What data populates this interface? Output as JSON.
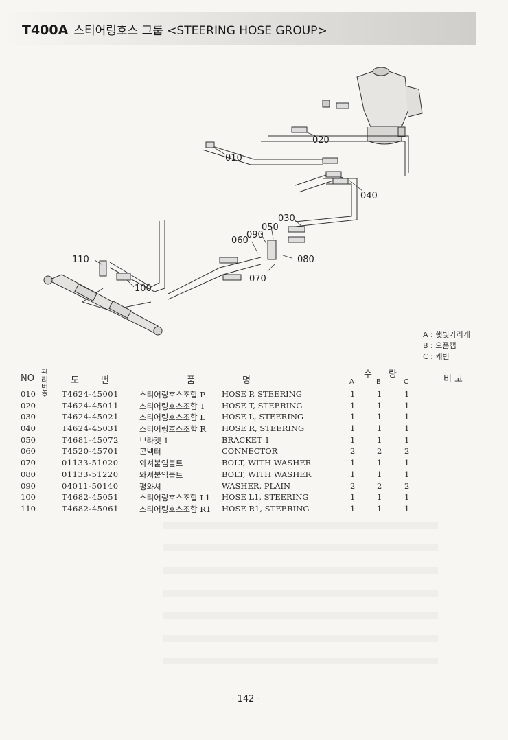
{
  "header": {
    "model": "T400A",
    "title": "스티어링호스 그룹 <STEERING HOSE GROUP>"
  },
  "diagram": {
    "callouts": [
      "010",
      "020",
      "030",
      "040",
      "050",
      "060",
      "070",
      "080",
      "090",
      "100",
      "110"
    ]
  },
  "legend": {
    "a": "A : 햇빛가리개",
    "b": "B : 오픈캡",
    "c": "C : 캐빈"
  },
  "table": {
    "headers": {
      "no": "NO",
      "mgmt": "관리번호",
      "drawing_1": "도",
      "drawing_2": "번",
      "name_1": "품",
      "name_2": "명",
      "qty_1": "수",
      "qty_2": "량",
      "col_a": "A",
      "col_b": "B",
      "col_c": "C",
      "remarks": "비고"
    },
    "rows": [
      {
        "no": "010",
        "part": "T4624-45001",
        "kr": "스티어링호스조합 P",
        "en": "HOSE P, STEERING",
        "a": "1",
        "b": "1",
        "c": "1"
      },
      {
        "no": "020",
        "part": "T4624-45011",
        "kr": "스티어링호스조합 T",
        "en": "HOSE T, STEERING",
        "a": "1",
        "b": "1",
        "c": "1"
      },
      {
        "no": "030",
        "part": "T4624-45021",
        "kr": "스티어링호스조합 L",
        "en": "HOSE L, STEERING",
        "a": "1",
        "b": "1",
        "c": "1"
      },
      {
        "no": "040",
        "part": "T4624-45031",
        "kr": "스티어링호스조합 R",
        "en": "HOSE R, STEERING",
        "a": "1",
        "b": "1",
        "c": "1"
      },
      {
        "no": "050",
        "part": "T4681-45072",
        "kr": "브라켓 1",
        "en": "BRACKET 1",
        "a": "1",
        "b": "1",
        "c": "1"
      },
      {
        "no": "060",
        "part": "T4520-45701",
        "kr": "콘넥터",
        "en": "CONNECTOR",
        "a": "2",
        "b": "2",
        "c": "2"
      },
      {
        "no": "070",
        "part": "01133-51020",
        "kr": "와셔붙임볼트",
        "en": "BOLT, WITH WASHER",
        "a": "1",
        "b": "1",
        "c": "1"
      },
      {
        "no": "080",
        "part": "01133-51220",
        "kr": "와셔붙임볼트",
        "en": "BOLT, WITH WASHER",
        "a": "1",
        "b": "1",
        "c": "1"
      },
      {
        "no": "090",
        "part": "04011-50140",
        "kr": "평와셔",
        "en": "WASHER, PLAIN",
        "a": "2",
        "b": "2",
        "c": "2"
      },
      {
        "no": "100",
        "part": "T4682-45051",
        "kr": "스티어링호스조합 L1",
        "en": "HOSE L1, STEERING",
        "a": "1",
        "b": "1",
        "c": "1"
      },
      {
        "no": "110",
        "part": "T4682-45061",
        "kr": "스티어링호스조합 R1",
        "en": "HOSE R1, STEERING",
        "a": "1",
        "b": "1",
        "c": "1"
      }
    ]
  },
  "footer": {
    "page": "- 142 -"
  }
}
